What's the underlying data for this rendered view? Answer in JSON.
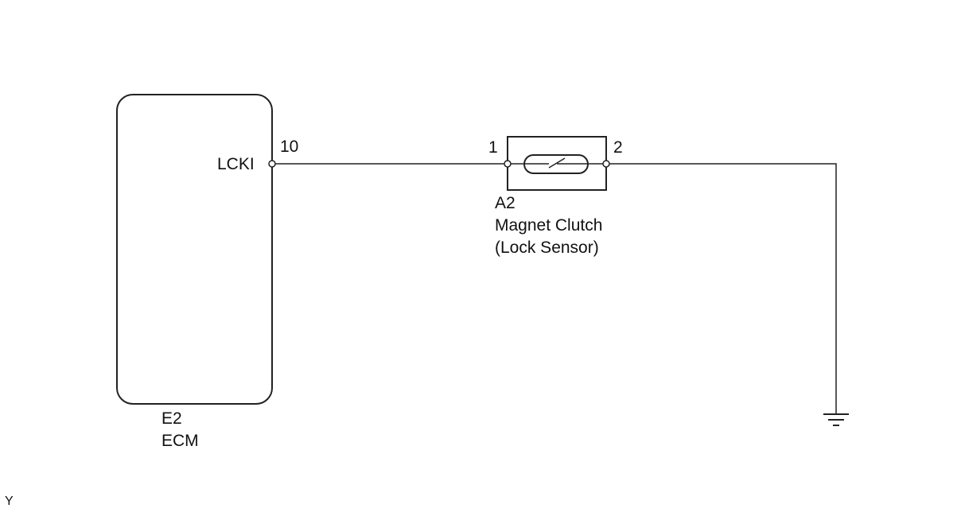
{
  "ecm": {
    "pin_name": "LCKI",
    "pin_number": "10",
    "connector_code": "E2",
    "name": "ECM"
  },
  "sensor": {
    "pin1": "1",
    "pin2": "2",
    "connector_code": "A2",
    "name_line1": "Magnet Clutch",
    "name_line2": "(Lock Sensor)"
  },
  "corner_mark": "Y",
  "colors": {
    "line": "#222222",
    "background": "#ffffff"
  }
}
